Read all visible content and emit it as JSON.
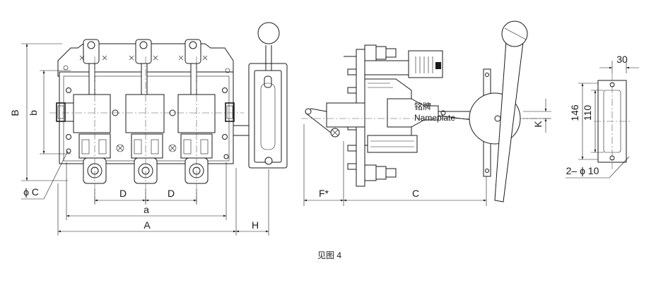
{
  "labels": {
    "B": "B",
    "b": "b",
    "phiC": "ϕ C",
    "D1": "D",
    "D2": "D",
    "a": "a",
    "A": "A",
    "H": "H",
    "Fstar": "F*",
    "C": "C",
    "K": "K",
    "nameplate_cn": "铭牌",
    "nameplate_en": "Nameplate",
    "d30": "30",
    "d146": "146",
    "d110": "110",
    "holes": "2– ϕ 10"
  },
  "caption": "见图 4"
}
